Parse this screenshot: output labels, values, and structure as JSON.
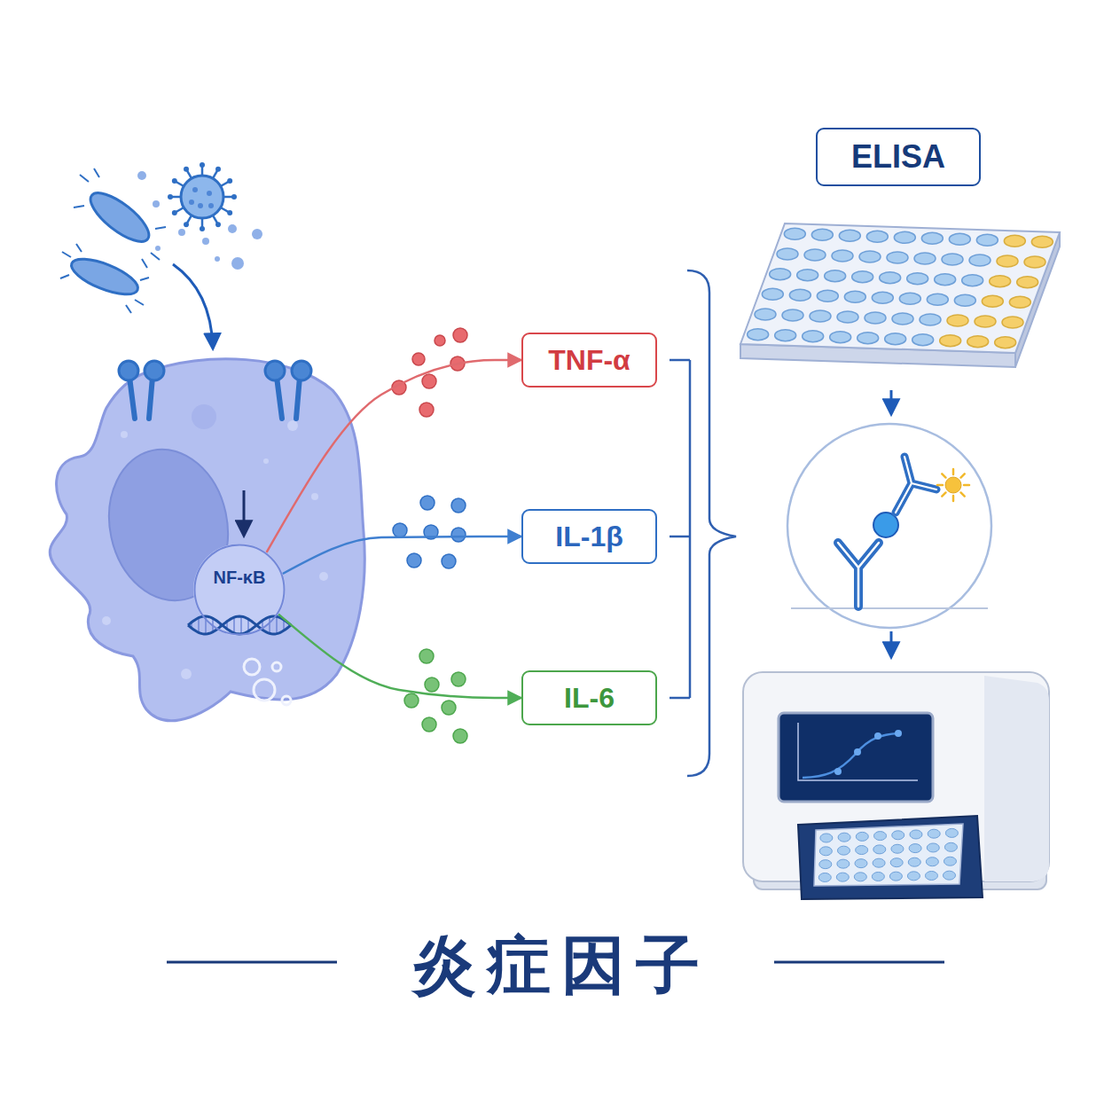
{
  "diagram": {
    "title": "炎症因子",
    "nodes": [
      {
        "text": [
          "NF-κB"
        ]
      },
      {
        "text": [
          "TNF-α"
        ]
      },
      {
        "text": [
          "IL-1β"
        ]
      },
      {
        "text": [
          "IL-6"
        ]
      },
      {
        "text": [
          "ELISA"
        ]
      }
    ],
    "edges": [
      {
        "from": 0,
        "to": 1,
        "arrow": "to"
      },
      {
        "from": 0,
        "to": 2,
        "arrow": "to"
      },
      {
        "from": 0,
        "to": 3,
        "arrow": "to"
      }
    ]
  }
}
